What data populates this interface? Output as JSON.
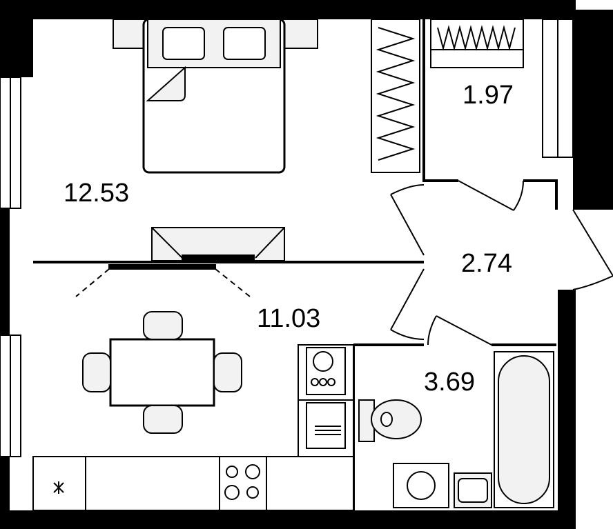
{
  "rooms": [
    {
      "id": "bedroom",
      "area": "12.53"
    },
    {
      "id": "closet",
      "area": "1.97"
    },
    {
      "id": "hallway",
      "area": "2.74"
    },
    {
      "id": "kitchen-living",
      "area": "11.03"
    },
    {
      "id": "bathroom",
      "area": "3.69"
    }
  ],
  "colors": {
    "wall": "#000000",
    "furniture_fill": "#f2f2f2",
    "background": "#ffffff"
  }
}
